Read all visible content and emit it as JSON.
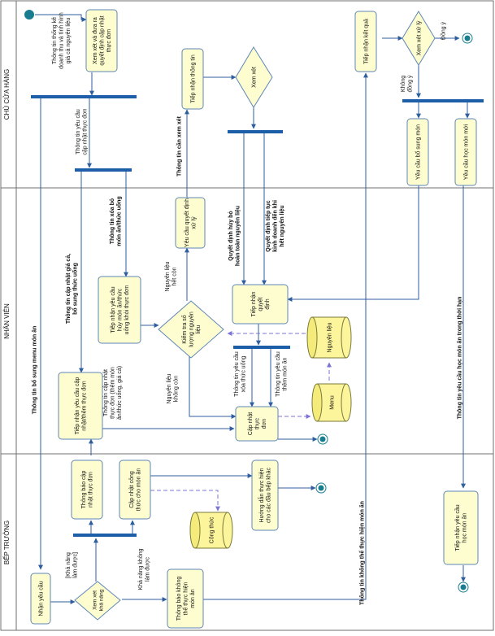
{
  "lanes": {
    "owner": "CHỦ CỬA HÀNG",
    "staff": "NHÂN VIÊN",
    "chef": "BẾP TRƯỞNG"
  },
  "nodes": {
    "receive_financial": [
      "Thông tin thống kê",
      "doanh thu và tình hình",
      "giá cả nguyên liệu"
    ],
    "review_decide": [
      "Xem xét và đưa ra",
      "quyết định cập nhật",
      "thực đơn"
    ],
    "receive_info": [
      "Tiếp nhận thông tin"
    ],
    "consider": [
      "Xem xét"
    ],
    "receive_result": [
      "Tiếp nhận kết quả"
    ],
    "review_handle": [
      "Xem xét xử lý"
    ],
    "request_add": [
      "Yêu cầu bổ sung món"
    ],
    "request_learn": [
      "Yêu cầu học món mới"
    ],
    "request_decision": [
      "Yêu cầu quyết định",
      "xử lý"
    ],
    "receive_decision": [
      "Tiếp nhận",
      "quyết",
      "định"
    ],
    "check_stock": [
      "Kiểm tra số",
      "lượng nguyên",
      "liệu"
    ],
    "receive_remove": [
      "Tiếp nhận yêu cầu",
      "hủy món ăn/thức",
      "uống khỏi thực đơn"
    ],
    "receive_update": [
      "Tiếp nhận yêu cầu cập",
      "nhật/thêm thực đơn"
    ],
    "update_menu": [
      "Cập nhật",
      "thực",
      "đơn"
    ],
    "ingredients_store": [
      "Nguyên liệu"
    ],
    "menu_store": [
      "Menu"
    ],
    "receive_learn": [
      "Tiếp nhận yêu cầu",
      "học món ăn"
    ],
    "notify_update": [
      "Thông báo cập",
      "nhật thực đơn"
    ],
    "update_recipe": [
      "Cập nhật công",
      "thức cho món ăn"
    ],
    "recipe_store": [
      "Công thức"
    ],
    "guide": [
      "Hướng dẫn thực hiện",
      "cho các đầu bếp khác"
    ],
    "notify_cannot": [
      "Thông báo không",
      "thể thực hiện",
      "món ăn"
    ],
    "check_ability": [
      "Xem xét",
      "khả năng"
    ],
    "receive_request": [
      "Nhận yêu cầu"
    ]
  },
  "labels": {
    "agree": "Đồng ý",
    "disagree": [
      "Không",
      "đồng ý"
    ],
    "request_update_owner": [
      "Thông tin yêu cầu",
      "cập nhật thực đơn"
    ],
    "need_review": "Thông tin cần xem xét",
    "remove_request": [
      "Thông tin xóa bỏ",
      "món ăn/thức uống"
    ],
    "price_update": [
      "Thông tin cập nhật giá cả,",
      "bổ sung thức uống"
    ],
    "add_food": "Thông tin bổ sung menu món ăn",
    "out_of_stock": [
      "Nguyên liệu",
      "hết còn"
    ],
    "in_stock": [
      "Nguyên liệu",
      "không còn"
    ],
    "cancel_all": [
      "Quyết định hủy bỏ",
      "hoàn toàn nguyên liệu"
    ],
    "continue": [
      "Quyết định tiếp tục",
      "kinh doanh đến khi",
      "hết nguyên liệu"
    ],
    "remove_info": [
      "Thông tin yêu cầu",
      "xóa thức uống"
    ],
    "add_info": [
      "Thông tin yêu cầu",
      "thêm món ăn"
    ],
    "update_info": [
      "Thông tin cập nhật",
      "thực đơn (thêm món",
      "ăn/thức uống, giá cả)"
    ],
    "learn_info": "Thông tin yêu cầu học món ăn trong thời hạn",
    "cannot_do": "Thông tin không thể thực hiện món ăn",
    "able": [
      "[Khả năng",
      "làm được]"
    ],
    "unable": [
      "Khả năng không",
      "làm được"
    ]
  },
  "colors": {
    "activity_fill": "#fdfdcf",
    "activity_stroke": "#5f86b8",
    "decision_fill": "#fdfdcf",
    "bar": "#1c5fa8",
    "lane_line": "#6f6f6f",
    "flow": "#2f5e9f",
    "dataflow": "#7b76d4",
    "start": "#1a7d8f",
    "end": "#1a7d8f"
  }
}
